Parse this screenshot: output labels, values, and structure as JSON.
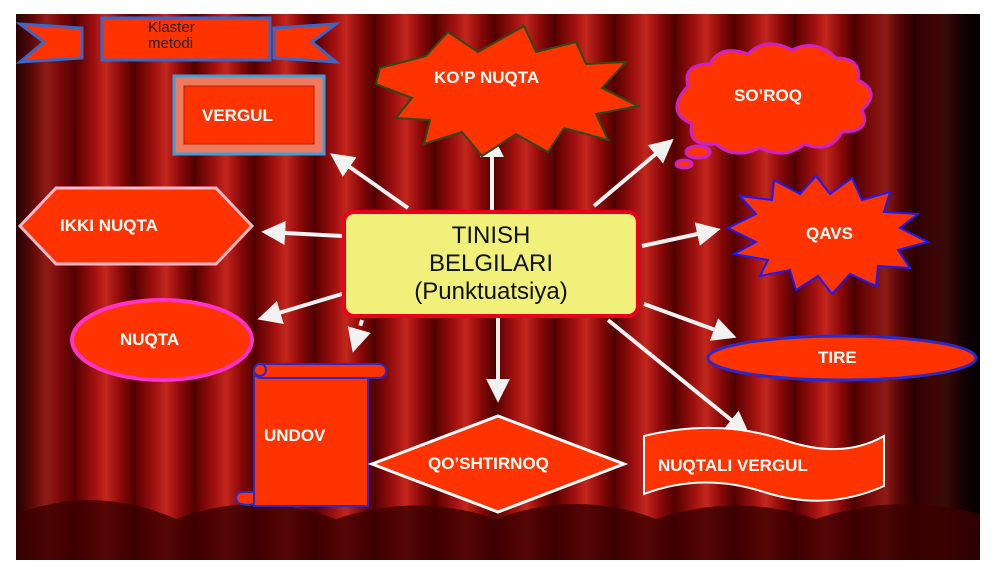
{
  "title_banner": {
    "text": "Klaster metodi"
  },
  "center": {
    "line1": "TINISH",
    "line2": "BELGILARI",
    "line3": "(Punktuatsiya)"
  },
  "nodes": {
    "kop_nuqta": "KO’P NUQTA",
    "soroq": "SO’ROQ",
    "vergul": "VERGUL",
    "ikki_nuqta": "IKKI NUQTA",
    "qavs": "QAVS",
    "nuqta": "NUQTA",
    "tire": "TIRE",
    "undov": "UNDOV",
    "qoshtirnoq": "QO’SHTIRNOQ",
    "nuqtali_vergul": "NUQTALI VERGUL"
  },
  "colors": {
    "shape_fill": "#ff3300",
    "center_fill": "#f0f07a",
    "center_border": "#e8001c",
    "arrow": "#f2f2f2"
  }
}
